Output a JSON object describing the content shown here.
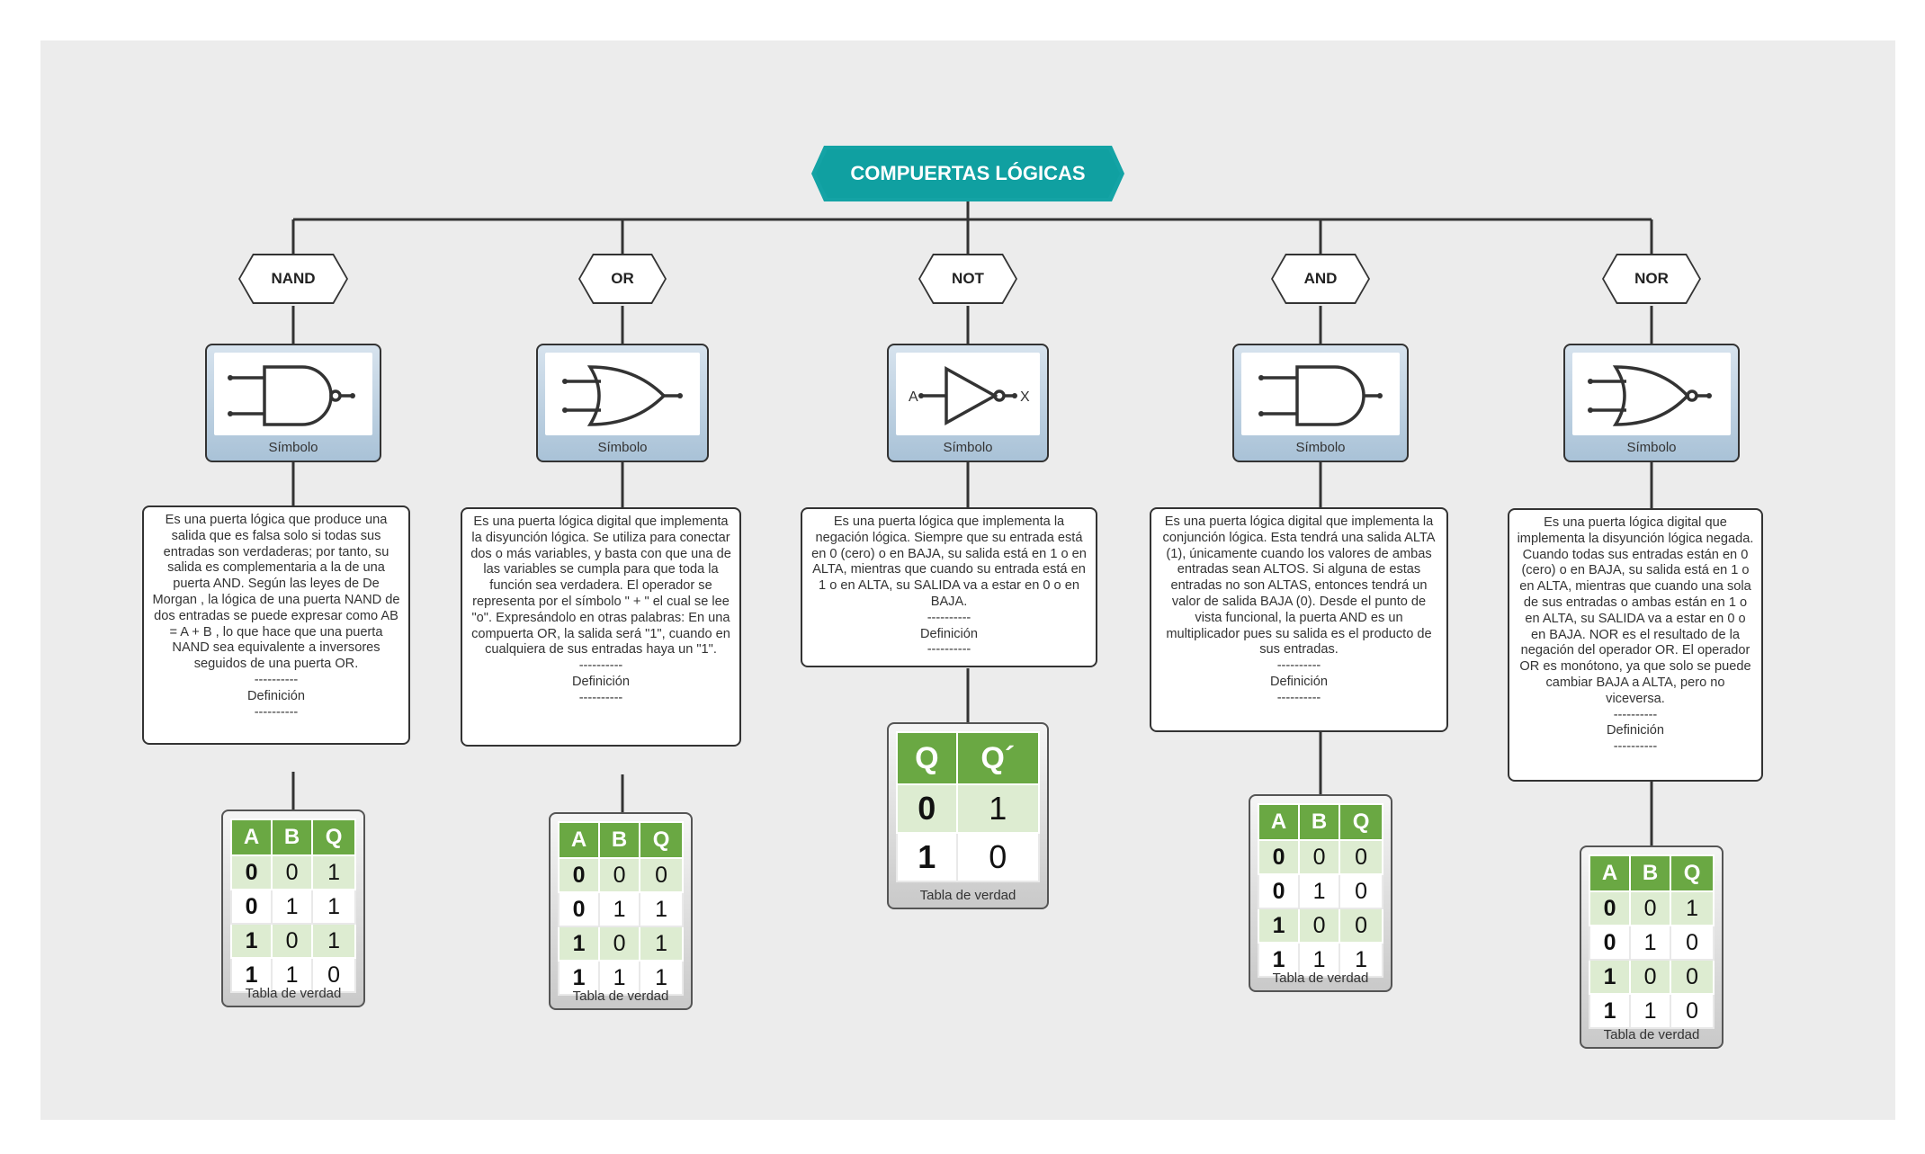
{
  "title": "COMPUERTAS LÓGICAS",
  "labels": {
    "symbol": "Símbolo",
    "truth_table": "Tabla de verdad",
    "separator": "----------",
    "definition": "Definición"
  },
  "gates": [
    {
      "id": "nand",
      "name": "NAND",
      "definition": "Es una puerta lógica que produce una salida que es falsa solo si todas sus entradas son verdaderas; por tanto, su salida es complementaria a la de una puerta AND. Según las leyes de De Morgan , la lógica de una puerta NAND de dos entradas se puede expresar como AB = A + B , lo que hace que una puerta NAND sea equivalente a inversores seguidos de una puerta OR.",
      "table": {
        "headers": [
          "A",
          "B",
          "Q"
        ],
        "rows": [
          [
            "0",
            "0",
            "1"
          ],
          [
            "0",
            "1",
            "1"
          ],
          [
            "1",
            "0",
            "1"
          ],
          [
            "1",
            "1",
            "0"
          ]
        ]
      }
    },
    {
      "id": "or",
      "name": "OR",
      "definition": "Es una puerta lógica digital que implementa la disyunción lógica. Se utiliza para conectar dos o más variables, y basta con que una de las variables se cumpla para que toda la función sea verdadera. El operador se representa por el símbolo \" + \" el cual se lee \"o\". Expresándolo en otras palabras: En una compuerta OR, la salida será \"1\", cuando en cualquiera de sus entradas haya un \"1\".",
      "table": {
        "headers": [
          "A",
          "B",
          "Q"
        ],
        "rows": [
          [
            "0",
            "0",
            "0"
          ],
          [
            "0",
            "1",
            "1"
          ],
          [
            "1",
            "0",
            "1"
          ],
          [
            "1",
            "1",
            "1"
          ]
        ]
      }
    },
    {
      "id": "not",
      "name": "NOT",
      "definition": "Es una puerta lógica que implementa la negación lógica. Siempre que su entrada está en 0 (cero) o en BAJA, su salida está en 1 o en ALTA, mientras que cuando su entrada está en 1 o en ALTA, su SALIDA va a estar en 0 o en BAJA.",
      "symbol_input": "A",
      "symbol_output": "X",
      "table": {
        "headers": [
          "Q",
          "Q´"
        ],
        "rows": [
          [
            "0",
            "1"
          ],
          [
            "1",
            "0"
          ]
        ]
      }
    },
    {
      "id": "and",
      "name": "AND",
      "definition": "Es una puerta lógica digital que implementa la conjunción lógica. Esta tendrá una salida ALTA (1), únicamente cuando los valores de ambas entradas sean ALTOS. Si alguna de estas entradas no son ALTAS, entonces tendrá un valor de salida BAJA (0). Desde el punto de vista funcional, la puerta AND es un multiplicador pues su salida es el producto de sus entradas.",
      "table": {
        "headers": [
          "A",
          "B",
          "Q"
        ],
        "rows": [
          [
            "0",
            "0",
            "0"
          ],
          [
            "0",
            "1",
            "0"
          ],
          [
            "1",
            "0",
            "0"
          ],
          [
            "1",
            "1",
            "1"
          ]
        ]
      }
    },
    {
      "id": "nor",
      "name": "NOR",
      "definition": "Es una puerta lógica digital que implementa la disyunción lógica negada. Cuando todas sus entradas están en 0 (cero) o en BAJA, su salida está en 1 o en ALTA, mientras que cuando una sola de sus entradas o ambas están en 1 o en ALTA, su SALIDA va a estar en 0 o en BAJA. NOR es el resultado de la negación del operador OR. El operador OR es monótono, ya que solo se puede cambiar BAJA a ALTA, pero no viceversa.",
      "table": {
        "headers": [
          "A",
          "B",
          "Q"
        ],
        "rows": [
          [
            "0",
            "0",
            "1"
          ],
          [
            "0",
            "1",
            "0"
          ],
          [
            "1",
            "0",
            "0"
          ],
          [
            "1",
            "1",
            "0"
          ]
        ]
      }
    }
  ]
}
